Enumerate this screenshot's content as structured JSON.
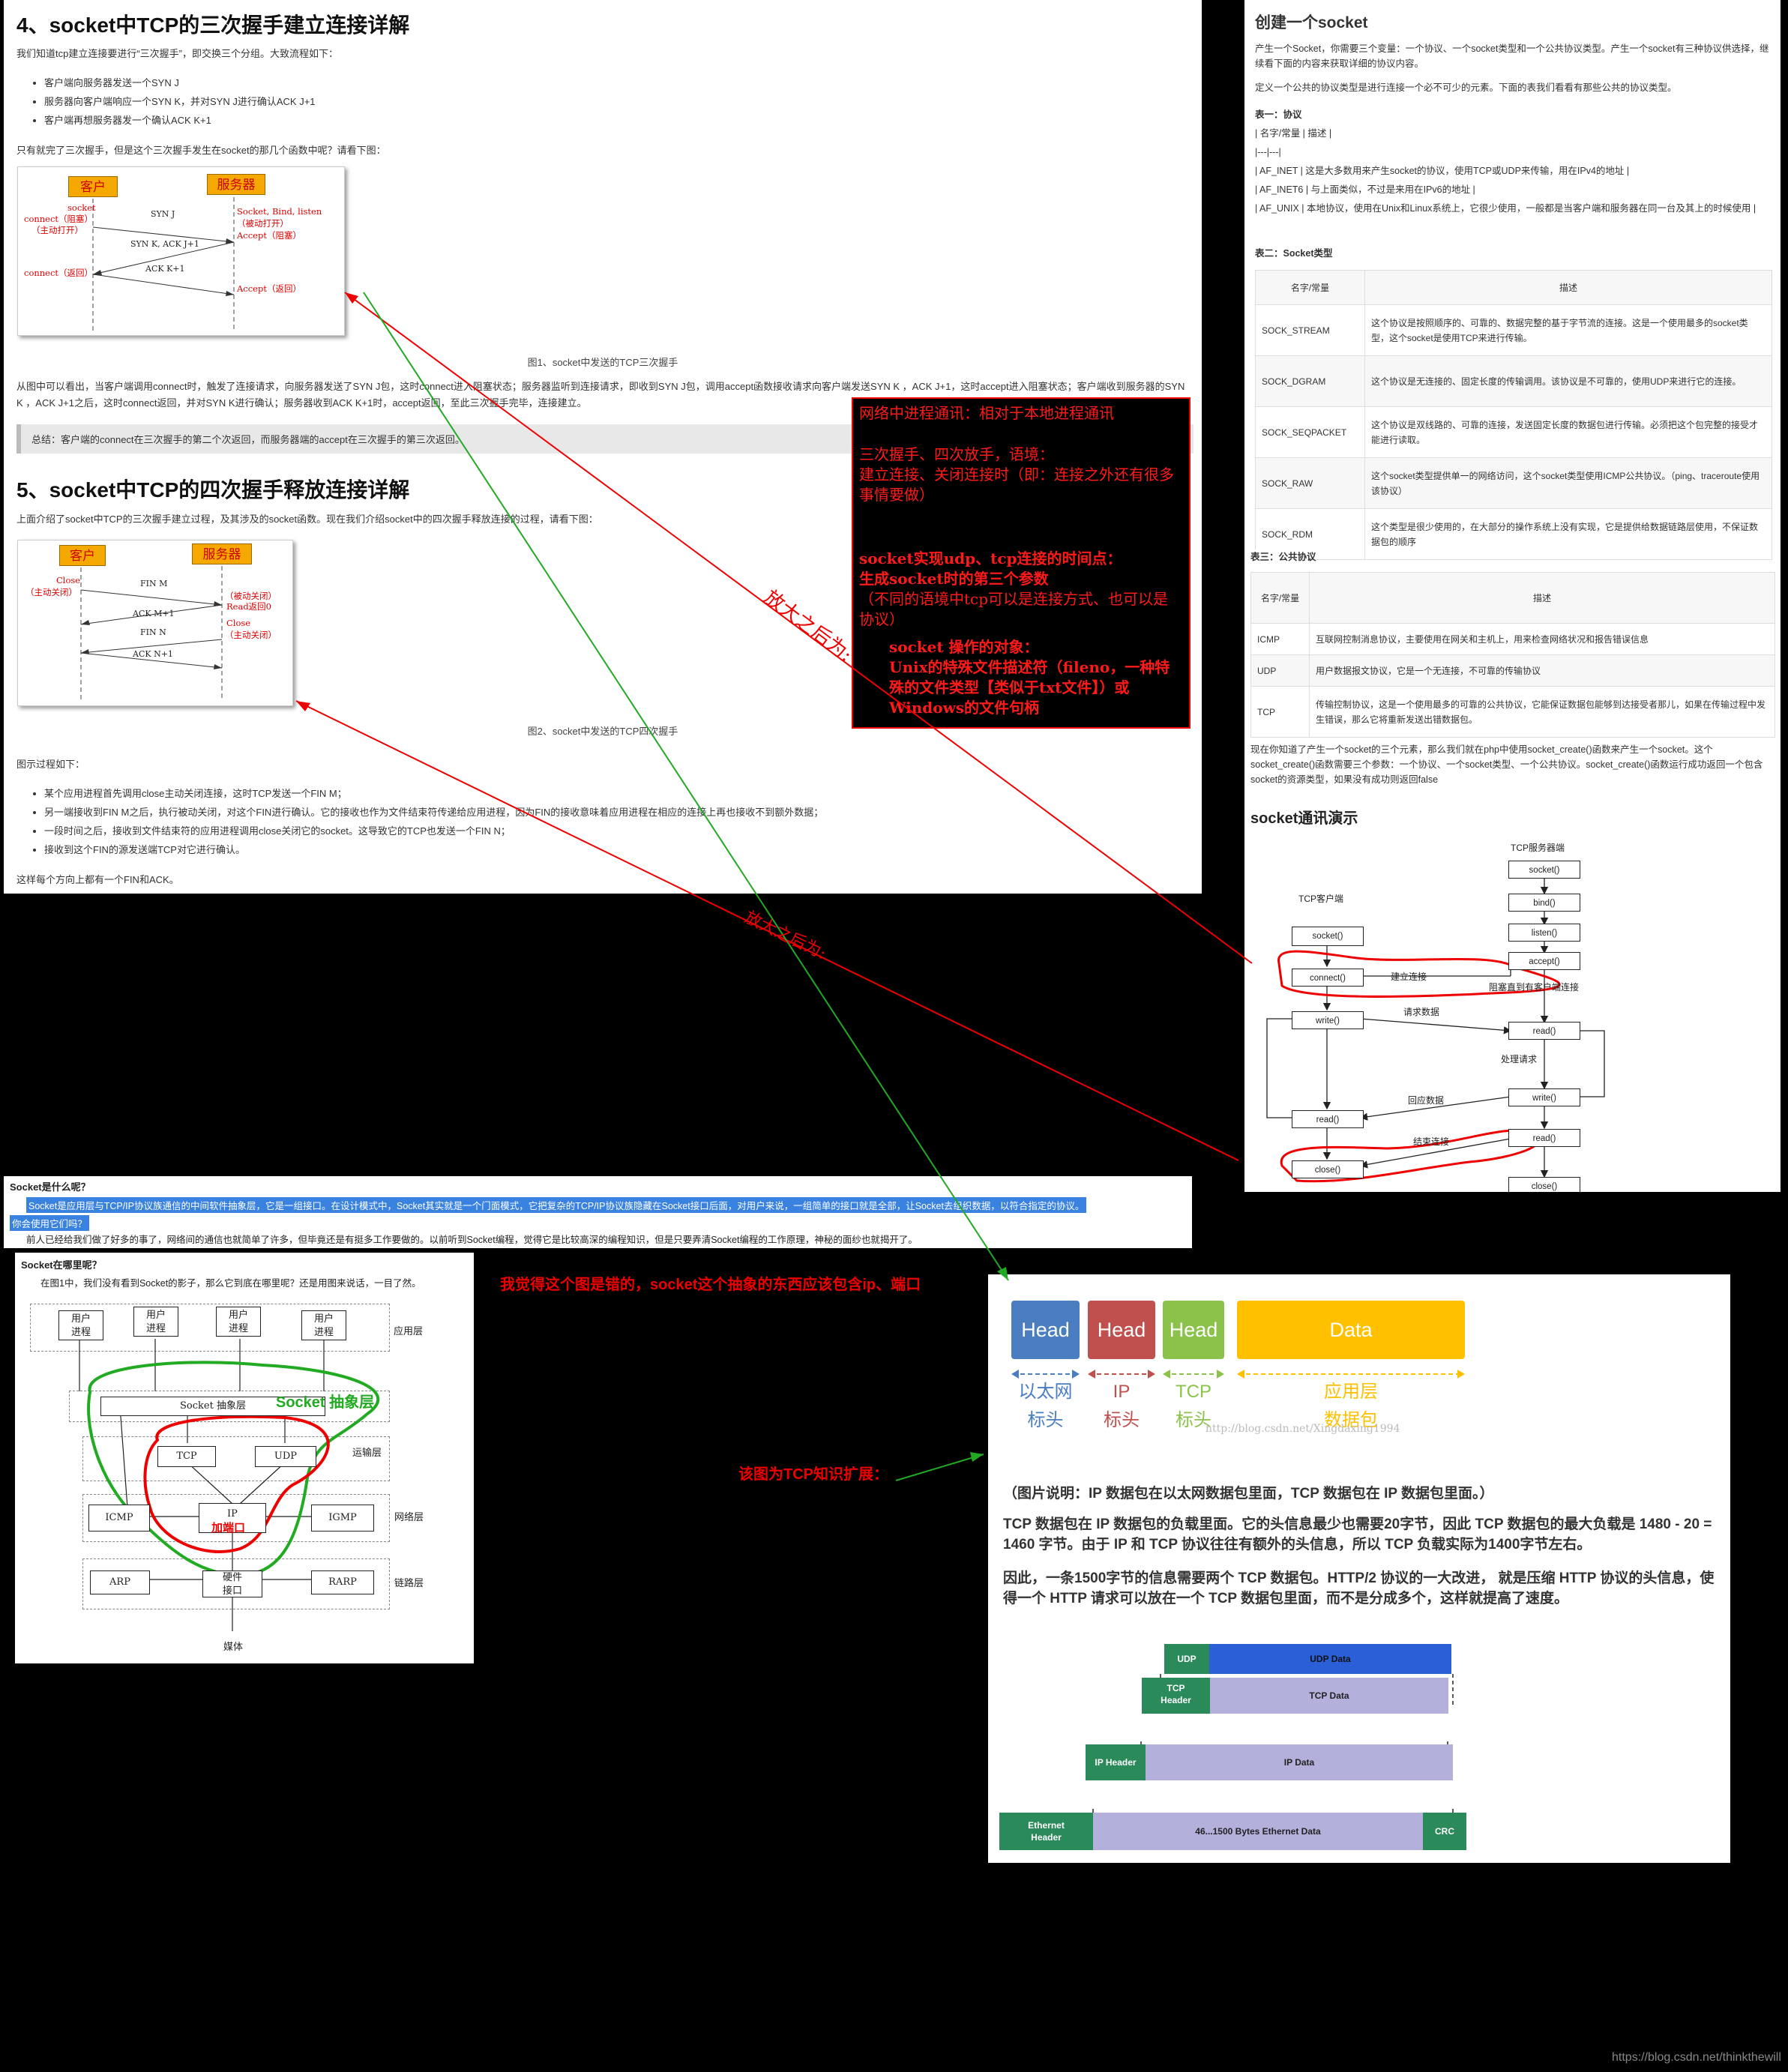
{
  "left_article": {
    "h4": "4、socket中TCP的三次握手建立连接详解",
    "p1": "我们知道tcp建立连接要进行“三次握手”，即交换三个分组。大致流程如下：",
    "b1": [
      "客户端向服务器发送一个SYN J",
      "服务器向客户端响应一个SYN K，并对SYN J进行确认ACK J+1",
      "客户端再想服务器发一个确认ACK K+1"
    ],
    "p2": "只有就完了三次握手，但是这个三次握手发生在socket的那几个函数中呢？请看下图：",
    "fig1": {
      "client": "客户",
      "server": "服务器",
      "l1": "socket",
      "l2": "connect（阻塞）",
      "l3": "（主动打开）",
      "l4": "connect（返回）",
      "r1": "Socket, Bind, listen",
      "r2": "（被动打开）",
      "r3": "Accept（阻塞）",
      "r4": "Accept（返回）",
      "m1": "SYN J",
      "m2": "SYN K, ACK J+1",
      "m3": "ACK K+1"
    },
    "cap1": "图1、socket中发送的TCP三次握手",
    "p3": "从图中可以看出，当客户端调用connect时，触发了连接请求，向服务器发送了SYN J包，这时connect进入阻塞状态；服务器监听到连接请求，即收到SYN J包，调用accept函数接收请求向客户端发送SYN K ，ACK J+1，这时accept进入阻塞状态；客户端收到服务器的SYN K ，ACK J+1之后，这时connect返回，并对SYN K进行确认；服务器收到ACK K+1时，accept返回，至此三次握手完毕，连接建立。",
    "note": "总结：客户端的connect在三次握手的第二个次返回，而服务器端的accept在三次握手的第三次返回。",
    "h5": "5、socket中TCP的四次握手释放连接详解",
    "p4": "上面介绍了socket中TCP的三次握手建立过程，及其涉及的socket函数。现在我们介绍socket中的四次握手释放连接的过程，请看下图：",
    "fig2": {
      "client": "客户",
      "server": "服务器",
      "l1": "Close",
      "l2": "（主动关闭）",
      "r1": "（被动关闭）",
      "r2": "Read返回0",
      "r3": "Close",
      "r4": "（主动关闭）",
      "m1": "FIN M",
      "m2": "ACK M+1",
      "m3": "FIN N",
      "m4": "ACK N+1"
    },
    "cap2": "图2、socket中发送的TCP四次握手",
    "p5": "图示过程如下：",
    "b2": [
      "某个应用进程首先调用close主动关闭连接，这时TCP发送一个FIN M；",
      "另一端接收到FIN M之后，执行被动关闭，对这个FIN进行确认。它的接收也作为文件结束符传递给应用进程，因为FIN的接收意味着应用进程在相应的连接上再也接收不到额外数据；",
      "一段时间之后，接收到文件结束符的应用进程调用close关闭它的socket。这导致它的TCP也发送一个FIN N；",
      "接收到这个FIN的源发送端TCP对它进行确认。"
    ],
    "p6": "这样每个方向上都有一个FIN和ACK。"
  },
  "black_note": {
    "t1": "网络中进程通讯：相对于本地进程通讯",
    "t2": "三次握手、四次放手，语境：",
    "t3": "建立连接、关闭连接时（即：连接之外还有很多事情要做）",
    "t4": "socket实现udp、tcp连接的时间点：",
    "t5": "生成socket时的第三个参数",
    "t6": "（不同的语境中tcp可以是连接方式、也可以是协议）",
    "t7": "socket 操作的对象：",
    "t8": "Unix的特殊文件描述符（fileno，一种特殊的文件类型【类似于txt文件】）或Windows的文件句柄"
  },
  "annotations": {
    "zoom1": "放大之后为:",
    "zoom2": "放大之后为:",
    "wrong": "我觉得这个图是错的，socket这个抽象的东西应该包含ip、端口",
    "ext": "该图为TCP知识扩展："
  },
  "right_article": {
    "title": "创建一个socket",
    "p1": "产生一个Socket，你需要三个变量：一个协议、一个socket类型和一个公共协议类型。产生一个socket有三种协议供选择，继续看下面的内容来获取详细的协议内容。",
    "p2": "定义一个公共的协议类型是进行连接一个必不可少的元素。下面的表我们看看有那些公共的协议类型。",
    "t1": "表一：协议",
    "r1": "| 名字/常量 | 描述 |",
    "r2": "|---|---|",
    "r3": "| AF_INET | 这是大多数用来产生socket的协议，使用TCP或UDP来传输，用在IPv4的地址 |",
    "r4": "| AF_INET6 | 与上面类似，不过是来用在IPv6的地址 |",
    "r5": "| AF_UNIX | 本地协议，使用在Unix和Linux系统上，它很少使用，一般都是当客户端和服务器在同一台及其上的时候使用 |",
    "t2": "表二：Socket类型",
    "table2": {
      "h": [
        "名字/常量",
        "描述"
      ],
      "rows": [
        [
          "SOCK_STREAM",
          "这个协议是按照顺序的、可靠的、数据完整的基于字节流的连接。这是一个使用最多的socket类型，这个socket是使用TCP来进行传输。"
        ],
        [
          "SOCK_DGRAM",
          "这个协议是无连接的、固定长度的传输调用。该协议是不可靠的，使用UDP来进行它的连接。"
        ],
        [
          "SOCK_SEQPACKET",
          "这个协议是双线路的、可靠的连接，发送固定长度的数据包进行传输。必须把这个包完整的接受才能进行读取。"
        ],
        [
          "SOCK_RAW",
          "这个socket类型提供单一的网络访问，这个socket类型使用ICMP公共协议。（ping、traceroute使用该协议）"
        ],
        [
          "SOCK_RDM",
          "这个类型是很少使用的，在大部分的操作系统上没有实现，它是提供给数据链路层使用，不保证数据包的顺序"
        ]
      ]
    },
    "t3": "表三：公共协议",
    "table3": {
      "h": [
        "名字/常量",
        "描述"
      ],
      "rows": [
        [
          "ICMP",
          "互联网控制消息协议，主要使用在网关和主机上，用来检查网络状况和报告错误信息"
        ],
        [
          "UDP",
          "用户数据报文协议，它是一个无连接，不可靠的传输协议"
        ],
        [
          "TCP",
          "传输控制协议，这是一个使用最多的可靠的公共协议，它能保证数据包能够到达接受者那儿，如果在传输过程中发生错误，那么它将重新发送出错数据包。"
        ]
      ]
    },
    "p3": "现在你知道了产生一个socket的三个元素，那么我们就在php中使用socket_create()函数来产生一个socket。这个socket_create()函数需要三个参数：一个协议、一个socket类型、一个公共协议。socket_create()函数运行成功返回一个包含socket的资源类型，如果没有成功则返回false",
    "demo": "socket通讯演示",
    "flow": {
      "server": "TCP服务器端",
      "client": "TCP客户端",
      "s1": "socket()",
      "s2": "bind()",
      "s3": "listen()",
      "s4": "accept()",
      "s5": "read()",
      "s6": "write()",
      "s7": "read()",
      "s8": "close()",
      "c1": "socket()",
      "c2": "connect()",
      "c3": "write()",
      "c4": "read()",
      "c5": "close()",
      "a1": "建立连接",
      "a2": "阻塞直到有客户端连接",
      "a3": "请求数据",
      "a4": "处理请求",
      "a5": "回应数据",
      "a6": "结束连接"
    }
  },
  "socket_what": {
    "title": "Socket是什么呢？",
    "hl": "Socket是应用层与TCP/IP协议族通信的中间软件抽象层，它是一组接口。在设计模式中，Socket其实就是一个门面模式，它把复杂的TCP/IP协议族隐藏在Socket接口后面，对用户来说，一组简单的接口就是全部，让Socket去组织数据，以符合指定的协议。",
    "q": "你会使用它们吗？",
    "p": "前人已经给我们做了好多的事了，网络间的通信也就简单了许多，但毕竟还是有挺多工作要做的。以前听到Socket编程，觉得它是比较高深的编程知识，但是只要弄清Socket编程的工作原理，神秘的面纱也就揭开了。"
  },
  "socket_where": {
    "title": "Socket在哪里呢？",
    "p": "在图1中，我们没有看到Socket的影子，那么它到底在哪里呢？还是用图来说话，一目了然。",
    "boxes": {
      "up1": "用户\n进程",
      "up2": "用户\n进程",
      "up3": "用户\n进程",
      "up4": "用户\n进程",
      "sock": "Socket 抽象层",
      "tcp": "TCP",
      "udp": "UDP",
      "icmp": "ICMP",
      "ip": "IP",
      "igmp": "IGMP",
      "arp": "ARP",
      "hw": "硬件\n接口",
      "rarp": "RARP",
      "media": "媒体"
    },
    "layers": {
      "app": "应用层",
      "trans": "运输层",
      "net": "网络层",
      "link": "链路层"
    },
    "green": "Socket 抽象层",
    "redlbl": "加端口"
  },
  "packet": {
    "heads": [
      "Head",
      "Head",
      "Head",
      "Data"
    ],
    "labels": [
      "以太网\n标头",
      "IP\n标头",
      "TCP\n标头",
      "应用层\n数据包"
    ],
    "wm": "http://blog.csdn.net/Xingdaxing1994",
    "c1": "（图片说明：IP 数据包在以太网数据包里面，TCP 数据包在 IP 数据包里面。）",
    "c2": "TCP 数据包在 IP 数据包的负载里面。它的头信息最少也需要20字节，因此 TCP 数据包的最大负载是 1480 - 20 = 1460 字节。由于 IP 和 TCP 协议往往有额外的头信息，所以 TCP 负载实际为1400字节左右。",
    "c3": "因此，一条1500字节的信息需要两个 TCP 数据包。HTTP/2 协议的一大改进， 就是压缩 HTTP 协议的头信息，使得一个 HTTP 请求可以放在一个 TCP 数据包里面，而不是分成多个，这样就提高了速度。",
    "enc": {
      "udph": "UDP",
      "udpd": "UDP Data",
      "tcph": "TCP\nHeader",
      "tcpd": "TCP Data",
      "iph": "IP Header",
      "ipd": "IP Data",
      "eth": "Ethernet\nHeader",
      "ethd": "46...1500 Bytes Ethernet Data",
      "crc": "CRC"
    }
  },
  "footer": "https://blog.csdn.net/thinkthewill",
  "colors": {
    "red": "#e00000",
    "green": "#22aa22",
    "eth": "#4a7ec0",
    "ip": "#c0504d",
    "tcp": "#8bc34a",
    "data": "#ffc000"
  }
}
